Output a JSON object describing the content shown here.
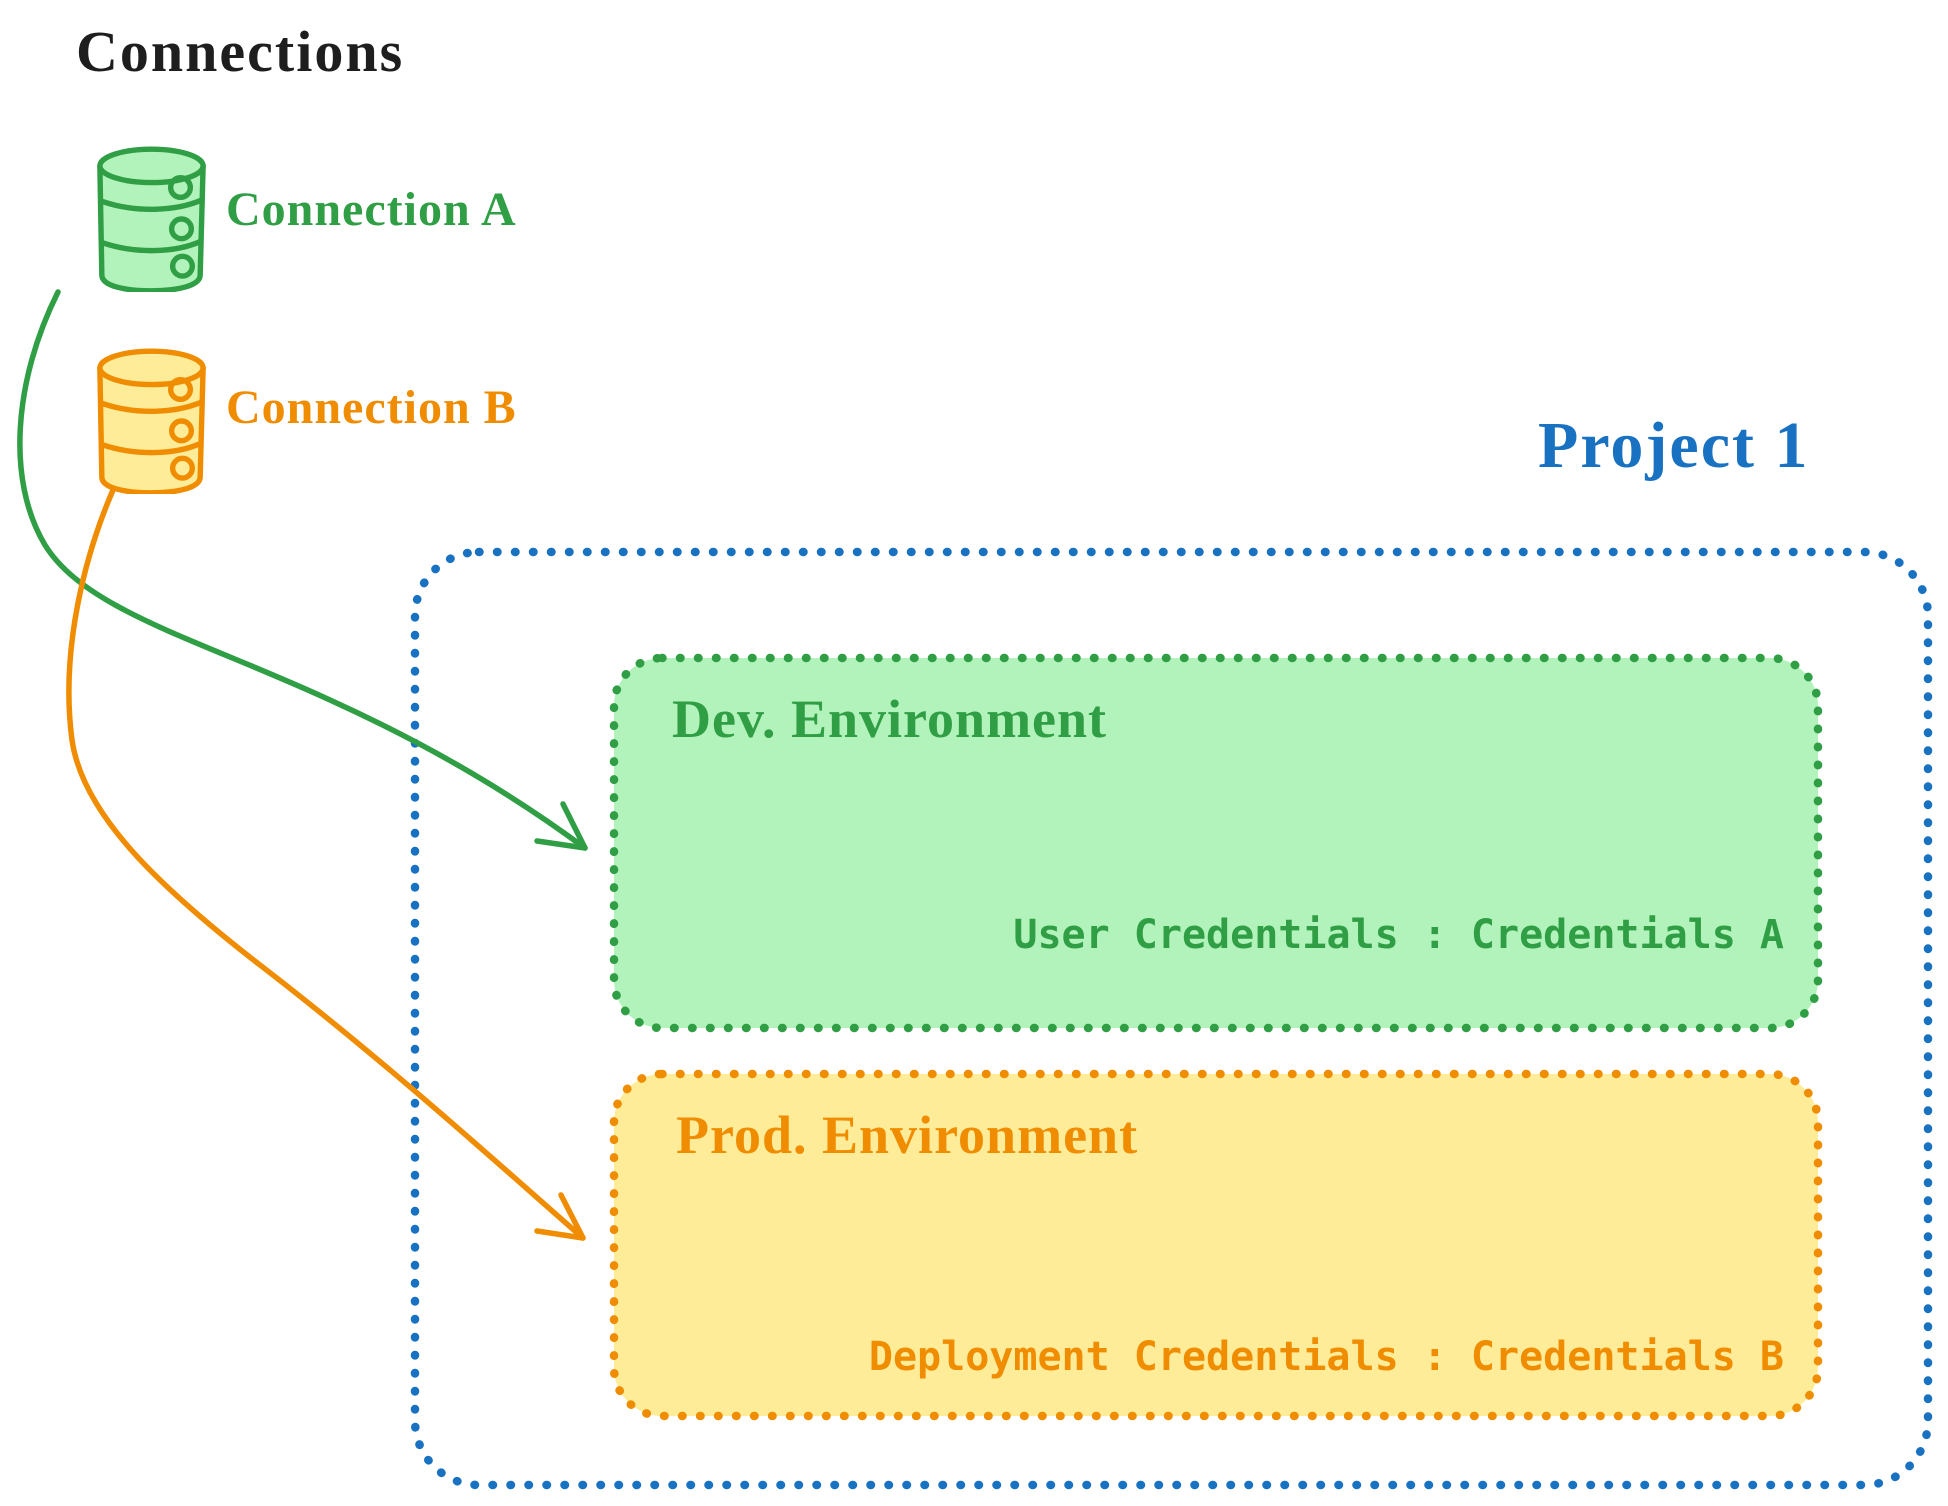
{
  "title": "Connections",
  "colors": {
    "ink": "#1e1e1e",
    "green": "#2f9e44",
    "green-fill": "#b2f2bb",
    "orange": "#f08c00",
    "orange-fill": "#ffec99",
    "blue": "#1971c2",
    "bg": "#ffffff"
  },
  "connections": [
    {
      "label": "Connection A",
      "icon": "database-icon",
      "color": "#2f9e44"
    },
    {
      "label": "Connection B",
      "icon": "database-icon",
      "color": "#f08c00"
    }
  ],
  "project": {
    "title": "Project 1",
    "environments": [
      {
        "label": "Dev. Environment",
        "credentials": "User Credentials : Credentials A",
        "color": "#2f9e44",
        "fill": "#b2f2bb",
        "linked_connection": "Connection A"
      },
      {
        "label": "Prod. Environment",
        "credentials": "Deployment Credentials : Credentials B",
        "color": "#f08c00",
        "fill": "#ffec99",
        "linked_connection": "Connection B"
      }
    ]
  }
}
